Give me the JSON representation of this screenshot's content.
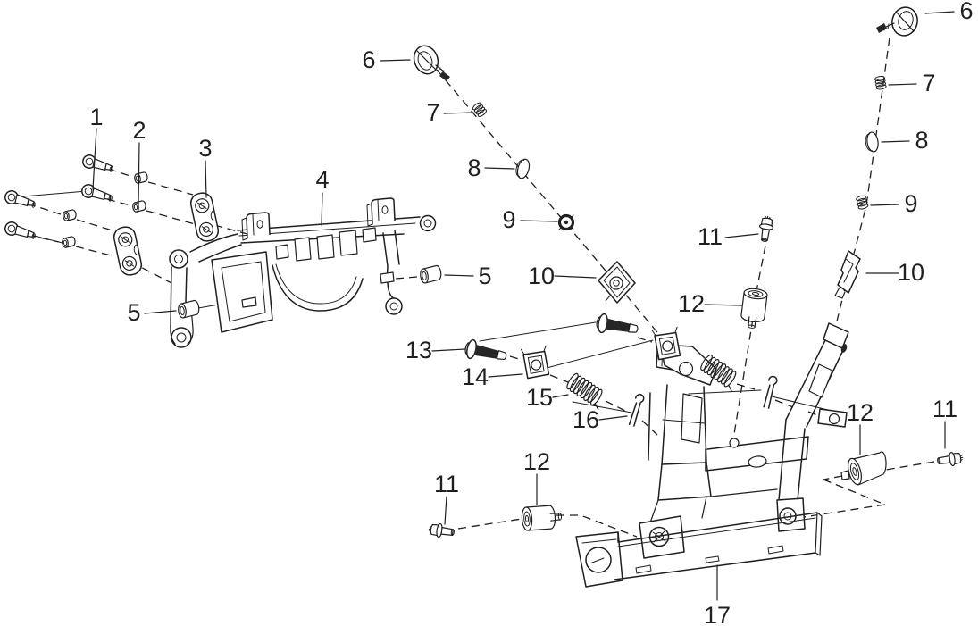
{
  "figure": {
    "kind": "exploded-parts-diagram",
    "background_color": "#ffffff",
    "line_color": "#1f1f1f"
  },
  "callouts": {
    "n1": "1",
    "n2": "2",
    "n3": "3",
    "n4": "4",
    "n5_left": "5",
    "n5_right": "5",
    "n6_left": "6",
    "n7_left": "7",
    "n8_left": "8",
    "n9_left": "9",
    "n10_left": "10",
    "n6_right": "6",
    "n7_right": "7",
    "n8_right": "8",
    "n9_right": "9",
    "n10_right": "10",
    "n11_top": "11",
    "n12_top": "12",
    "n13": "13",
    "n14": "14",
    "n15": "15",
    "n16": "16",
    "n17": "17",
    "n11_bottom_left": "11",
    "n12_bottom_left": "12",
    "n12_bottom_right": "12",
    "n11_bottom_right": "11"
  }
}
